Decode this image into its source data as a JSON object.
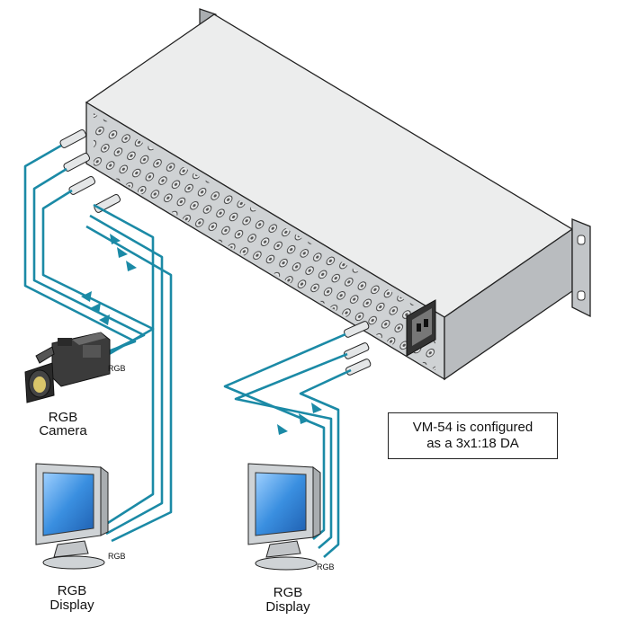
{
  "labels": {
    "camera_signal": "RGB",
    "camera_title_1": "RGB",
    "camera_title_2": "Camera",
    "display_left_signal": "RGB",
    "display_left_title_1": "RGB",
    "display_left_title_2": "Display",
    "display_right_signal": "RGB",
    "display_right_title_1": "RGB",
    "display_right_title_2": "Display"
  },
  "note": {
    "line1": "VM-54 is configured",
    "line2": "as a 3x1:18 DA"
  },
  "colors": {
    "cable": "#1b8aa6",
    "chassis_top": "#eceded",
    "chassis_front": "#cfd2d4",
    "chassis_side": "#b9bcbf",
    "screen": "#2f86d6"
  }
}
